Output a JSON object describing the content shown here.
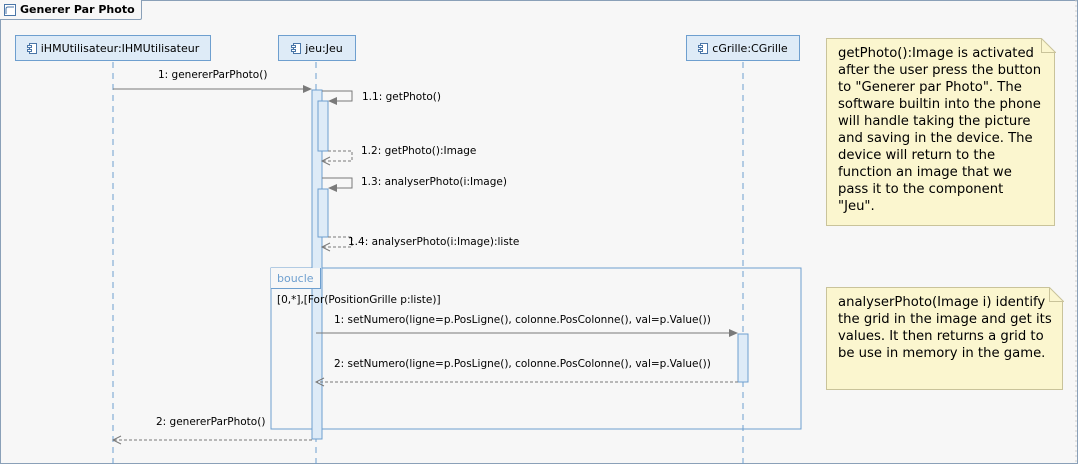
{
  "diagram": {
    "title": "Generer Par Photo",
    "lifelines": [
      {
        "label": "iHMUtilisateur:IHMUtilisateur"
      },
      {
        "label": "jeu:Jeu"
      },
      {
        "label": "cGrille:CGrille"
      }
    ],
    "messages": [
      {
        "label": "1: genererParPhoto()"
      },
      {
        "label": "1.1: getPhoto()"
      },
      {
        "label": "1.2: getPhoto():Image"
      },
      {
        "label": "1.3: analyserPhoto(i:Image)"
      },
      {
        "label": "1.4: analyserPhoto(i:Image):liste"
      },
      {
        "label": "1: setNumero(ligne=p.PosLigne(), colonne.PosColonne(), val=p.Value())"
      },
      {
        "label": "2: setNumero(ligne=p.PosLigne(), colonne.PosColonne(), val=p.Value())"
      },
      {
        "label": "2: genererParPhoto()"
      }
    ],
    "fragment": {
      "operator": "boucle",
      "guard": "[0,*],[For(PositionGrille p:liste)]"
    },
    "notes": [
      {
        "text": "getPhoto():Image is activated after the user press the button to \"Generer par Photo\". The software builtin into the phone will handle taking the picture and saving in the device. The device will return to the function an image that we pass it to the component \"Jeu\"."
      },
      {
        "text": "analyserPhoto(Image i) identify the grid in the image and get its values. It then returns a grid to be use in memory in the game."
      }
    ],
    "colors": {
      "lifeline_fill": "#deebf7",
      "lifeline_border": "#6e9fcf",
      "note_fill": "#fbf6cf",
      "arrow": "#7a7a7a"
    }
  }
}
